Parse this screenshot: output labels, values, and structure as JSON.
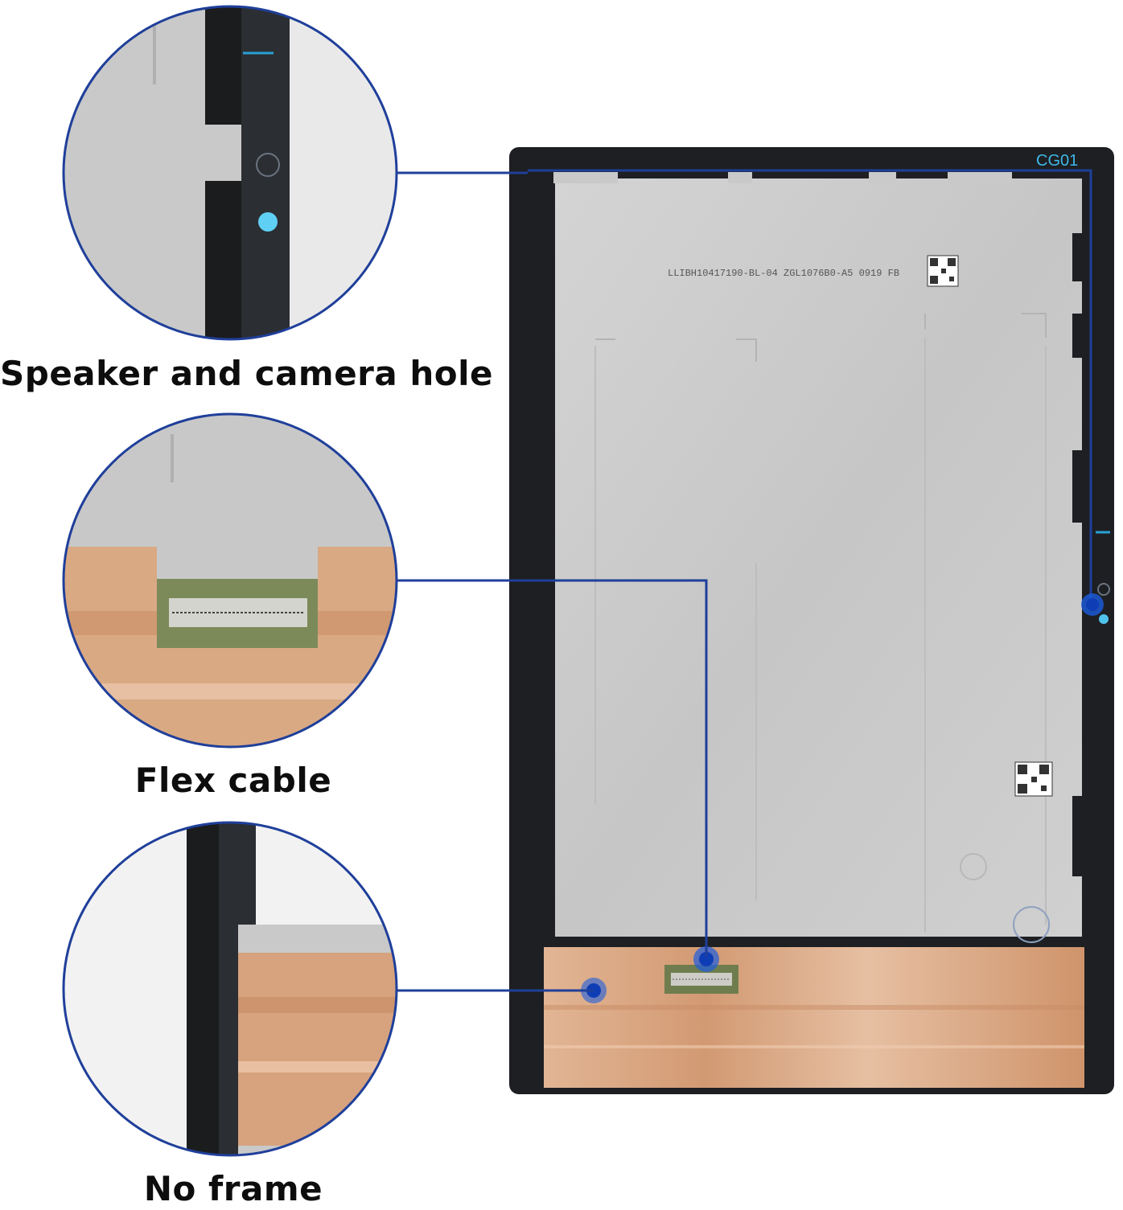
{
  "captions": {
    "speaker_camera": "Speaker and camera hole",
    "flex_cable": "Flex cable",
    "no_frame": "No frame"
  },
  "panel_labels": {
    "corner_code": "CG01",
    "serial": "LLIBH10417190-BL-04 ZGL1076B0-A5 0919 FB"
  },
  "colors": {
    "callout_blue": "#1f3f9a",
    "bezel": "#1d1f22",
    "panel_grey": "#c9c9c9",
    "copper_tape": "#d8a57f",
    "pcb_green": "#7c8a5a"
  }
}
